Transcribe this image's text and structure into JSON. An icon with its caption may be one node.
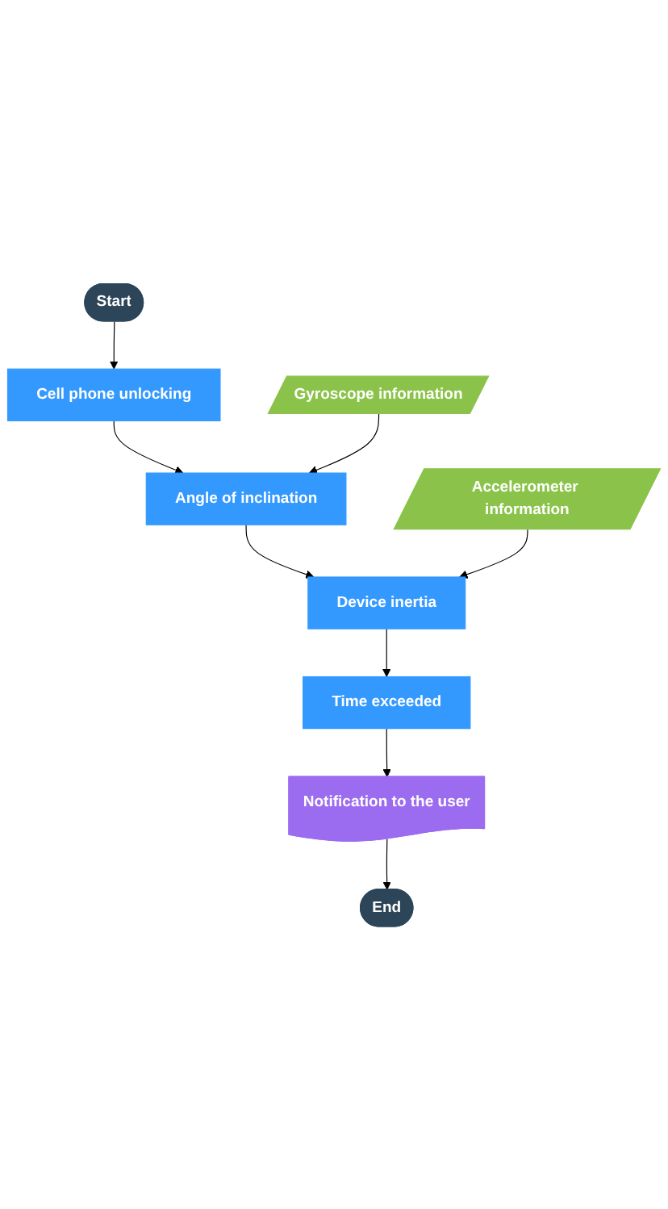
{
  "diagram": {
    "nodes": [
      {
        "text": [
          "Start"
        ]
      },
      {
        "text": [
          "Cell phone unlocking"
        ]
      },
      {
        "text": [
          "Angle of inclination"
        ]
      },
      {
        "text": [
          "Gyroscope information"
        ]
      },
      {
        "text": [
          "Device inertia"
        ]
      },
      {
        "text": [
          "Accelerometer information"
        ]
      },
      {
        "text": [
          "Time exceeded"
        ]
      },
      {
        "text": [
          "Notification to the user"
        ]
      },
      {
        "text": [
          "End"
        ]
      }
    ],
    "edges": [
      {
        "from": 0,
        "to": 1,
        "arrow": "to"
      },
      {
        "from": 1,
        "to": 2,
        "arrow": "to"
      },
      {
        "from": 3,
        "to": 2,
        "arrow": "to"
      },
      {
        "from": 2,
        "to": 4,
        "arrow": "to"
      },
      {
        "from": 5,
        "to": 4,
        "arrow": "to"
      },
      {
        "from": 4,
        "to": 6,
        "arrow": "to"
      },
      {
        "from": 6,
        "to": 7,
        "arrow": "to"
      },
      {
        "from": 7,
        "to": 8,
        "arrow": "to"
      }
    ]
  }
}
